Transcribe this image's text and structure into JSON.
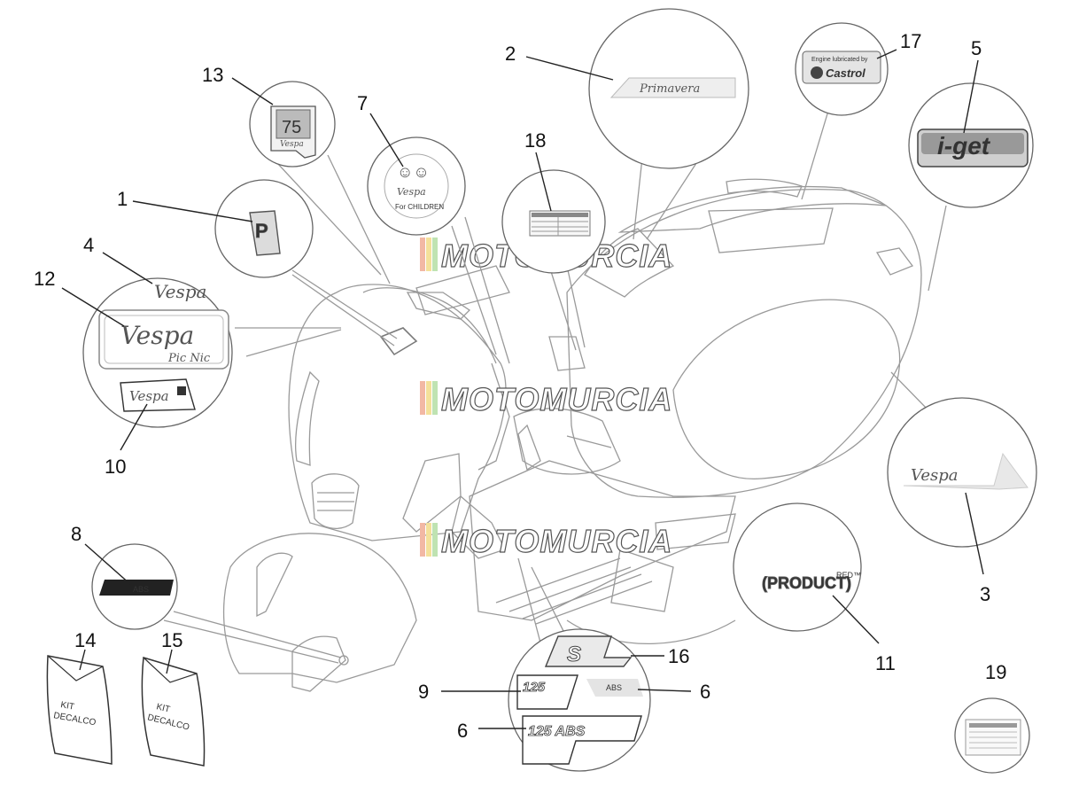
{
  "watermark": {
    "text": "MOTOMURCIA",
    "stripe_colors": [
      "#f2b8a4",
      "#f4e09a",
      "#bfe3b2"
    ]
  },
  "callouts": {
    "c1": "1",
    "c2": "2",
    "c3": "3",
    "c4": "4",
    "c5": "5",
    "c6a": "6",
    "c6b": "6",
    "c7": "7",
    "c8": "8",
    "c9": "9",
    "c10": "10",
    "c11": "11",
    "c12": "12",
    "c13": "13",
    "c14": "14",
    "c15": "15",
    "c16": "16",
    "c17": "17",
    "c18": "18",
    "c19": "19"
  },
  "decals": {
    "primavera": "Primavera",
    "castrol_top": "Engine lubricated by",
    "castrol_brand": "Castrol",
    "iget": "i-get",
    "vespa": "Vespa",
    "picnic": "Pic Nic",
    "for_children": "For CHILDREN",
    "product_red": "(PRODUCT)",
    "product_red_sup": "RED™",
    "s_badge": "S",
    "n125": "125",
    "abs": "ABS",
    "n125abs": "125 ABS",
    "anniv": "75",
    "kit1_line1": "KIT",
    "kit1_line2": "DECALCO",
    "kit2_line1": "KIT",
    "kit2_line2": "DECALCO"
  }
}
